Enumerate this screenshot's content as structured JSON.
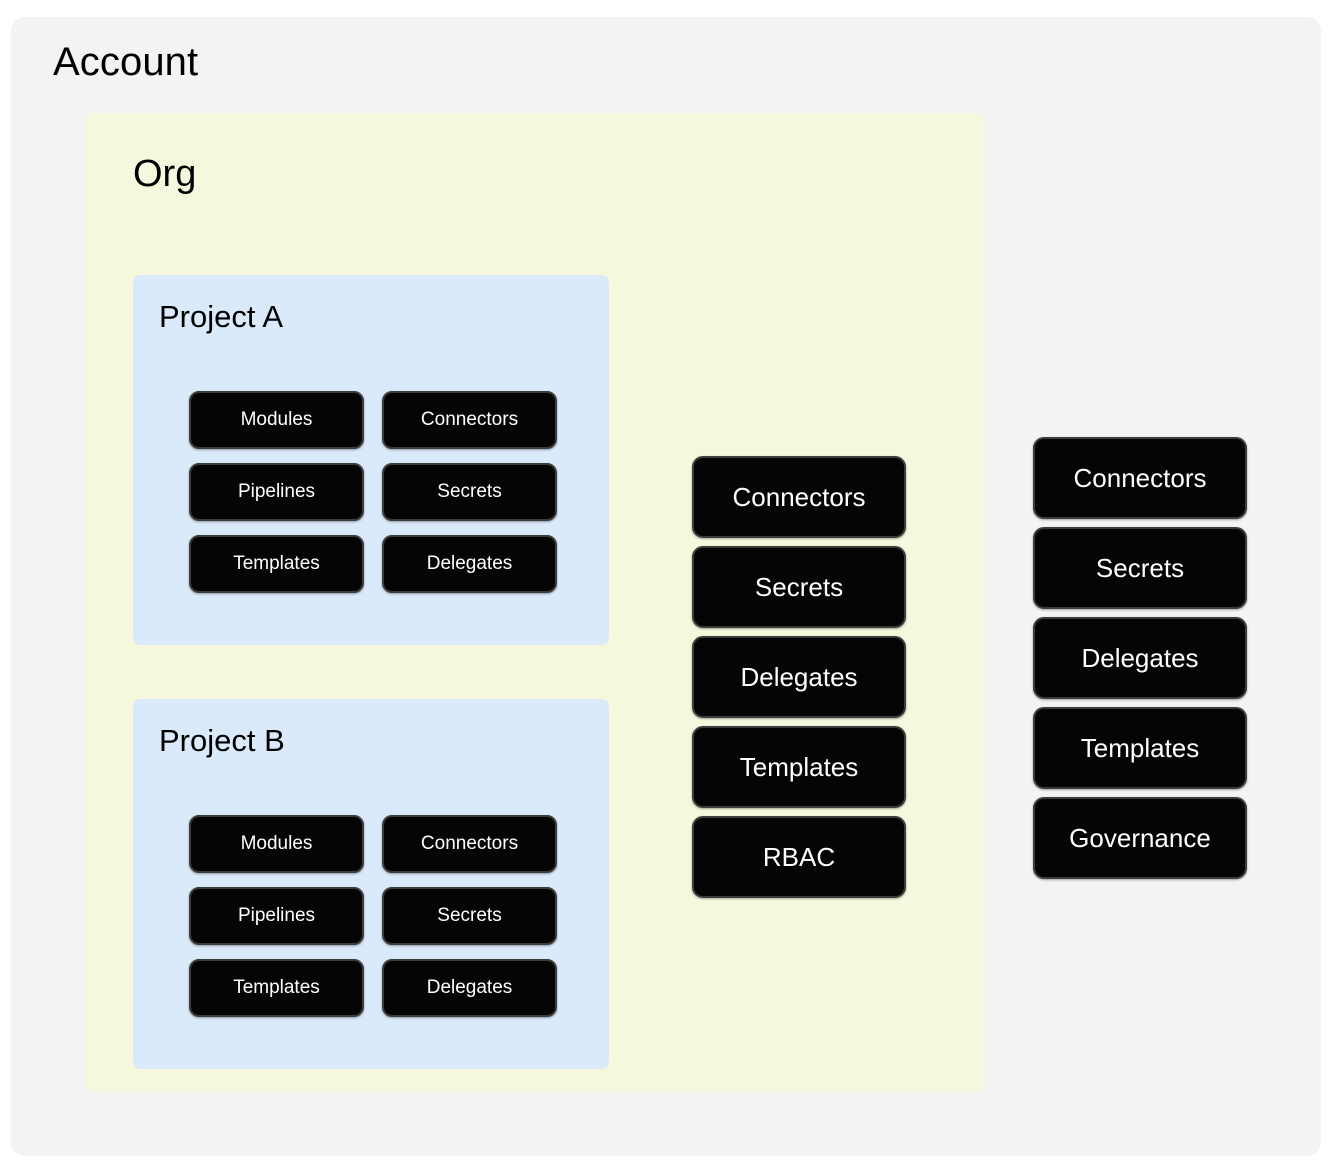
{
  "diagram": {
    "title": "Account",
    "colors": {
      "canvas": "#ffffff",
      "account_bg": "#f3f3f3",
      "org_bg": "#f6f8dd",
      "project_bg": "#daeafb",
      "chip_bg": "#050505",
      "chip_border": "#3c3c3c",
      "chip_text": "#ffffff"
    }
  },
  "account": {
    "label": "Account",
    "resources": [
      {
        "label": "Connectors"
      },
      {
        "label": "Secrets"
      },
      {
        "label": "Delegates"
      },
      {
        "label": "Templates"
      },
      {
        "label": "Governance"
      }
    ]
  },
  "org": {
    "label": "Org",
    "resources": [
      {
        "label": "Connectors"
      },
      {
        "label": "Secrets"
      },
      {
        "label": "Delegates"
      },
      {
        "label": "Templates"
      },
      {
        "label": "RBAC"
      }
    ],
    "projects": [
      {
        "label": "Project A",
        "resources": [
          {
            "label": "Modules"
          },
          {
            "label": "Connectors"
          },
          {
            "label": "Pipelines"
          },
          {
            "label": "Secrets"
          },
          {
            "label": "Templates"
          },
          {
            "label": "Delegates"
          }
        ]
      },
      {
        "label": "Project B",
        "resources": [
          {
            "label": "Modules"
          },
          {
            "label": "Connectors"
          },
          {
            "label": "Pipelines"
          },
          {
            "label": "Secrets"
          },
          {
            "label": "Templates"
          },
          {
            "label": "Delegates"
          }
        ]
      }
    ]
  }
}
